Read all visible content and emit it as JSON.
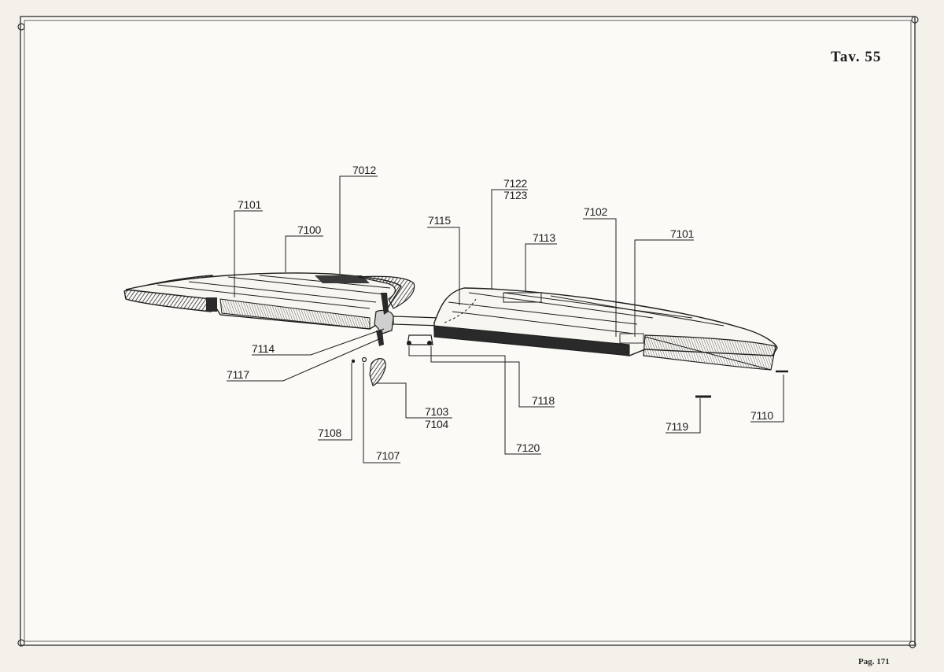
{
  "plate": {
    "title": "Tav. 55",
    "page": "Pag. 171"
  },
  "callouts": {
    "c7012": "7012",
    "c7101_left": "7101",
    "c7100": "7100",
    "c7122": "7122",
    "c7123": "7123",
    "c7115": "7115",
    "c7102": "7102",
    "c7113": "7113",
    "c7101_right": "7101",
    "c7114": "7114",
    "c7117": "7117",
    "c7103": "7103",
    "c7104": "7104",
    "c7118": "7118",
    "c7108": "7108",
    "c7107": "7107",
    "c7120": "7120",
    "c7119": "7119",
    "c7110": "7110"
  },
  "drawing": {
    "subject": "tailplane-with-elevators",
    "ink_color": "#1d1d1d",
    "paper_color": "#f3f1ea"
  }
}
